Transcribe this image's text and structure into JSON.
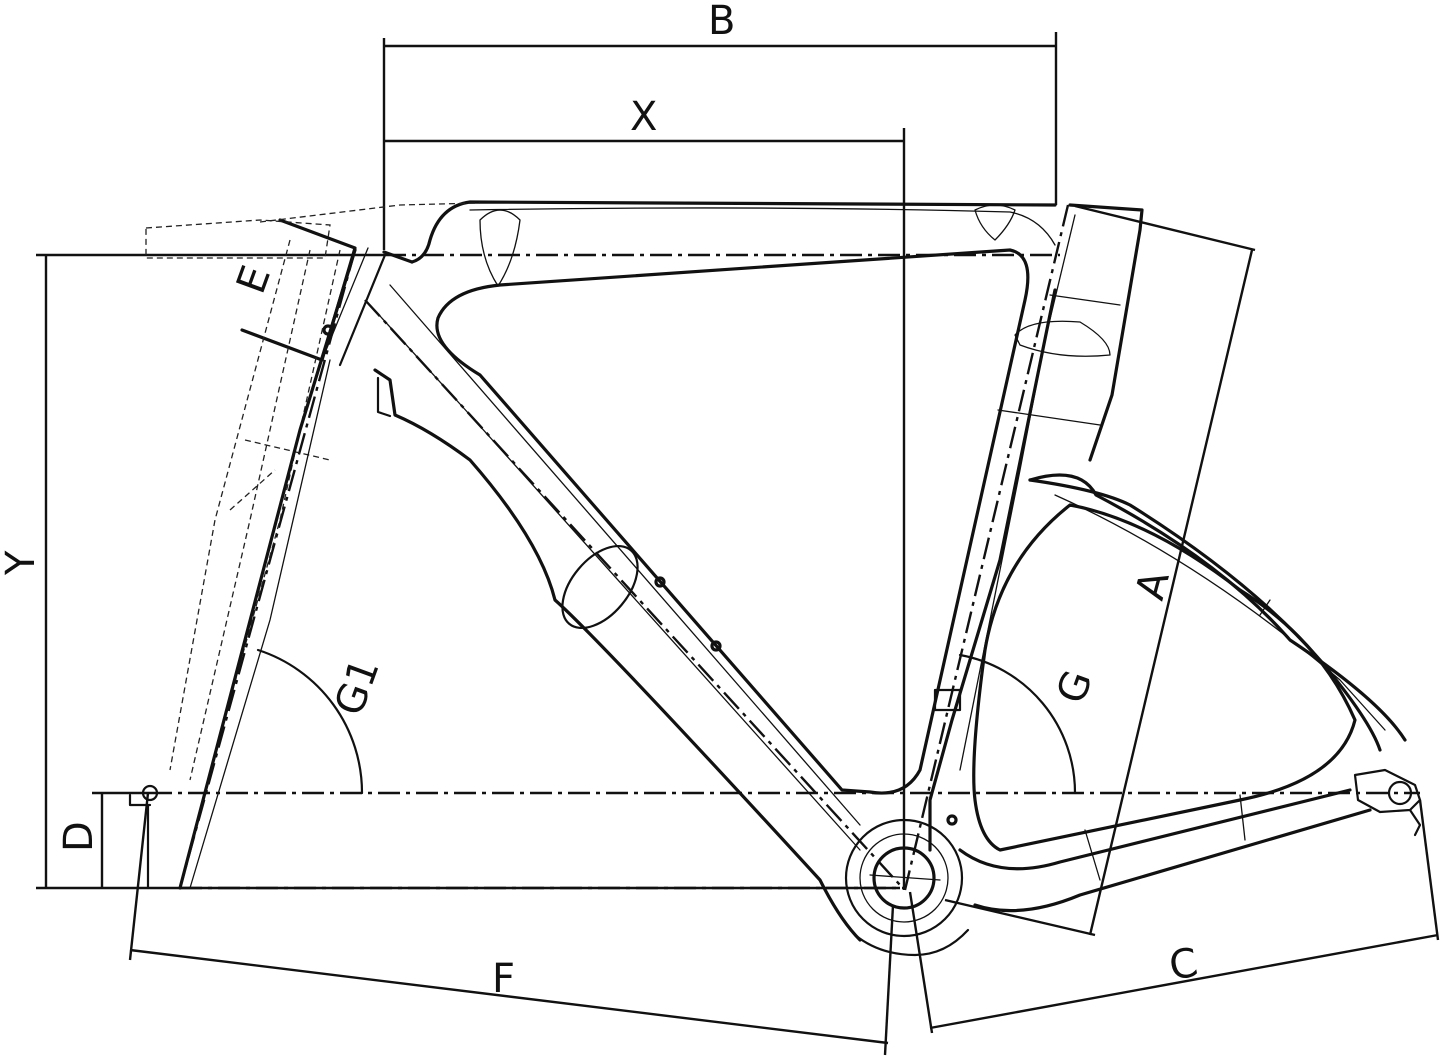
{
  "labels": {
    "A": "A",
    "B": "B",
    "C": "C",
    "D": "D",
    "E": "E",
    "F": "F",
    "G": "G",
    "G1": "G1",
    "X": "X",
    "Y": "Y"
  }
}
